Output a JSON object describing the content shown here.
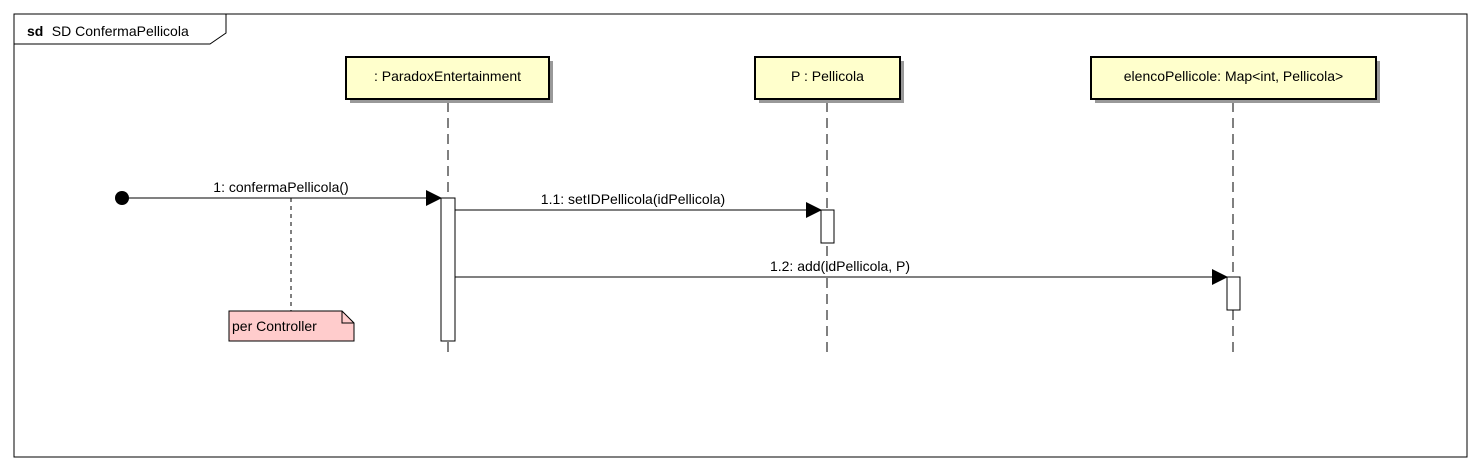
{
  "diagram": {
    "type": "UML sequence diagram",
    "frame": {
      "keyword": "sd",
      "title": "SD ConfermaPellicola"
    },
    "lifelines": [
      {
        "id": "paradox",
        "label": ": ParadoxEntertainment"
      },
      {
        "id": "p",
        "label": "P : Pellicola"
      },
      {
        "id": "elenco",
        "label": "elencoPellicole: Map<int, Pellicola>"
      }
    ],
    "messages": [
      {
        "id": "m1",
        "label": "1: confermaPellicola()",
        "from": "found",
        "to": "paradox"
      },
      {
        "id": "m11",
        "label": "1.1: setIDPellicola(idPellicola)",
        "from": "paradox",
        "to": "p"
      },
      {
        "id": "m12",
        "label": "1.2: add(idPellicola, P)",
        "from": "paradox",
        "to": "elenco"
      }
    ],
    "note": {
      "text": "per Controller",
      "attached_to": "m1"
    }
  },
  "colors": {
    "participant_fill": "#FFFFCC",
    "note_fill": "#FFCCCC",
    "line": "#000000",
    "background": "#FFFFFF"
  }
}
